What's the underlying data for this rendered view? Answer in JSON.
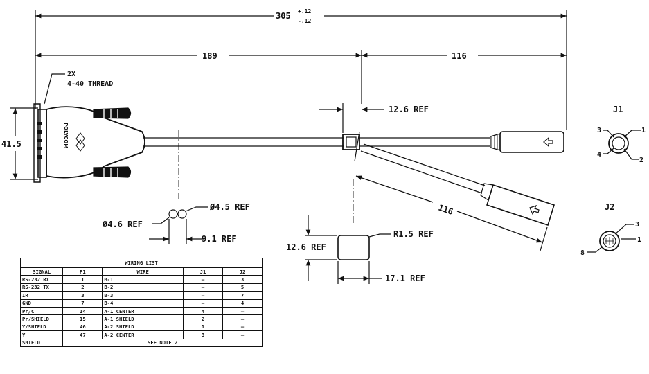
{
  "dimensions": {
    "overall": "305",
    "overall_tol_plus": "+.12",
    "overall_tol_minus": "-.12",
    "left_section": "189",
    "right_section": "116",
    "thread_qty": "2X",
    "thread": "4-40 THREAD",
    "connector_height": "41.5",
    "splice_length": "12.6 REF",
    "branch_length": "116",
    "cable_dia_a": "Ø4.5 REF",
    "cable_dia_b": "Ø4.6 REF",
    "cable_pair_width": "9.1 REF",
    "boot_height": "12.6 REF",
    "boot_radius": "R1.5 REF",
    "boot_width": "17.1 REF"
  },
  "connector_label": "POLYCOM",
  "j1": {
    "label": "J1",
    "pins": [
      "3",
      "1",
      "4",
      "2"
    ]
  },
  "j2": {
    "label": "J2",
    "pins": [
      "3",
      "1",
      "8"
    ]
  },
  "wiring_list": {
    "title": "WIRING LIST",
    "headers": [
      "SIGNAL",
      "P1",
      "WIRE",
      "J1",
      "J2"
    ],
    "rows": [
      [
        "RS-232 RX",
        "1",
        "B-1",
        "—",
        "3"
      ],
      [
        "RS-232 TX",
        "2",
        "B-2",
        "—",
        "5"
      ],
      [
        "IR",
        "3",
        "B-3",
        "—",
        "7"
      ],
      [
        "GND",
        "7",
        "B-4",
        "—",
        "4"
      ],
      [
        "Pr/C",
        "14",
        "A-1 CENTER",
        "4",
        "—"
      ],
      [
        "Pr/SHIELD",
        "15",
        "A-1 SHIELD",
        "2",
        "—"
      ],
      [
        "Y/SHIELD",
        "46",
        "A-2 SHIELD",
        "1",
        "—"
      ],
      [
        "Y",
        "47",
        "A-2 CENTER",
        "3",
        "—"
      ]
    ],
    "last_row": {
      "signal": "SHIELD",
      "note": "SEE NOTE 2"
    }
  }
}
